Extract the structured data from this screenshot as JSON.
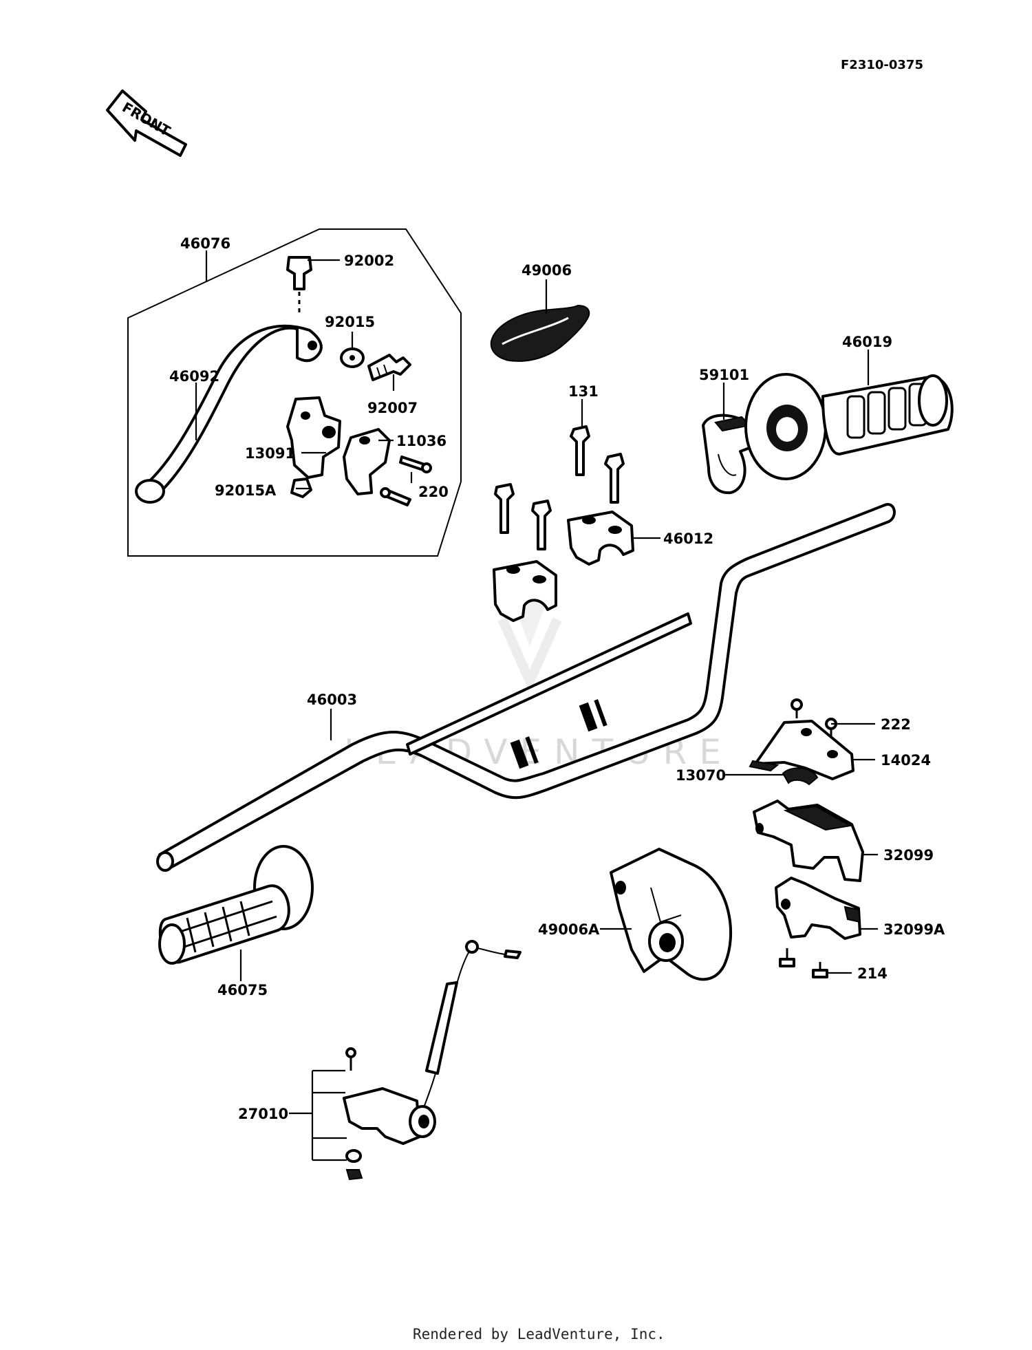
{
  "figure_code": "F2310-0375",
  "front_label": "FRONT",
  "watermark": "LEADVENTURE",
  "footer": "Rendered by LeadVenture, Inc.",
  "parts": {
    "p46076": "46076",
    "p92002": "92002",
    "p92015": "92015",
    "p92007": "92007",
    "p46092": "46092",
    "p11036": "11036",
    "p13091": "13091",
    "p220": "220",
    "p92015A": "92015A",
    "p49006": "49006",
    "p131": "131",
    "p59101": "59101",
    "p46019": "46019",
    "p46012": "46012",
    "p46003": "46003",
    "p222": "222",
    "p14024": "14024",
    "p13070": "13070",
    "p32099": "32099",
    "p49006A": "49006A",
    "p32099A": "32099A",
    "p214": "214",
    "p46075": "46075",
    "p27010": "27010"
  }
}
